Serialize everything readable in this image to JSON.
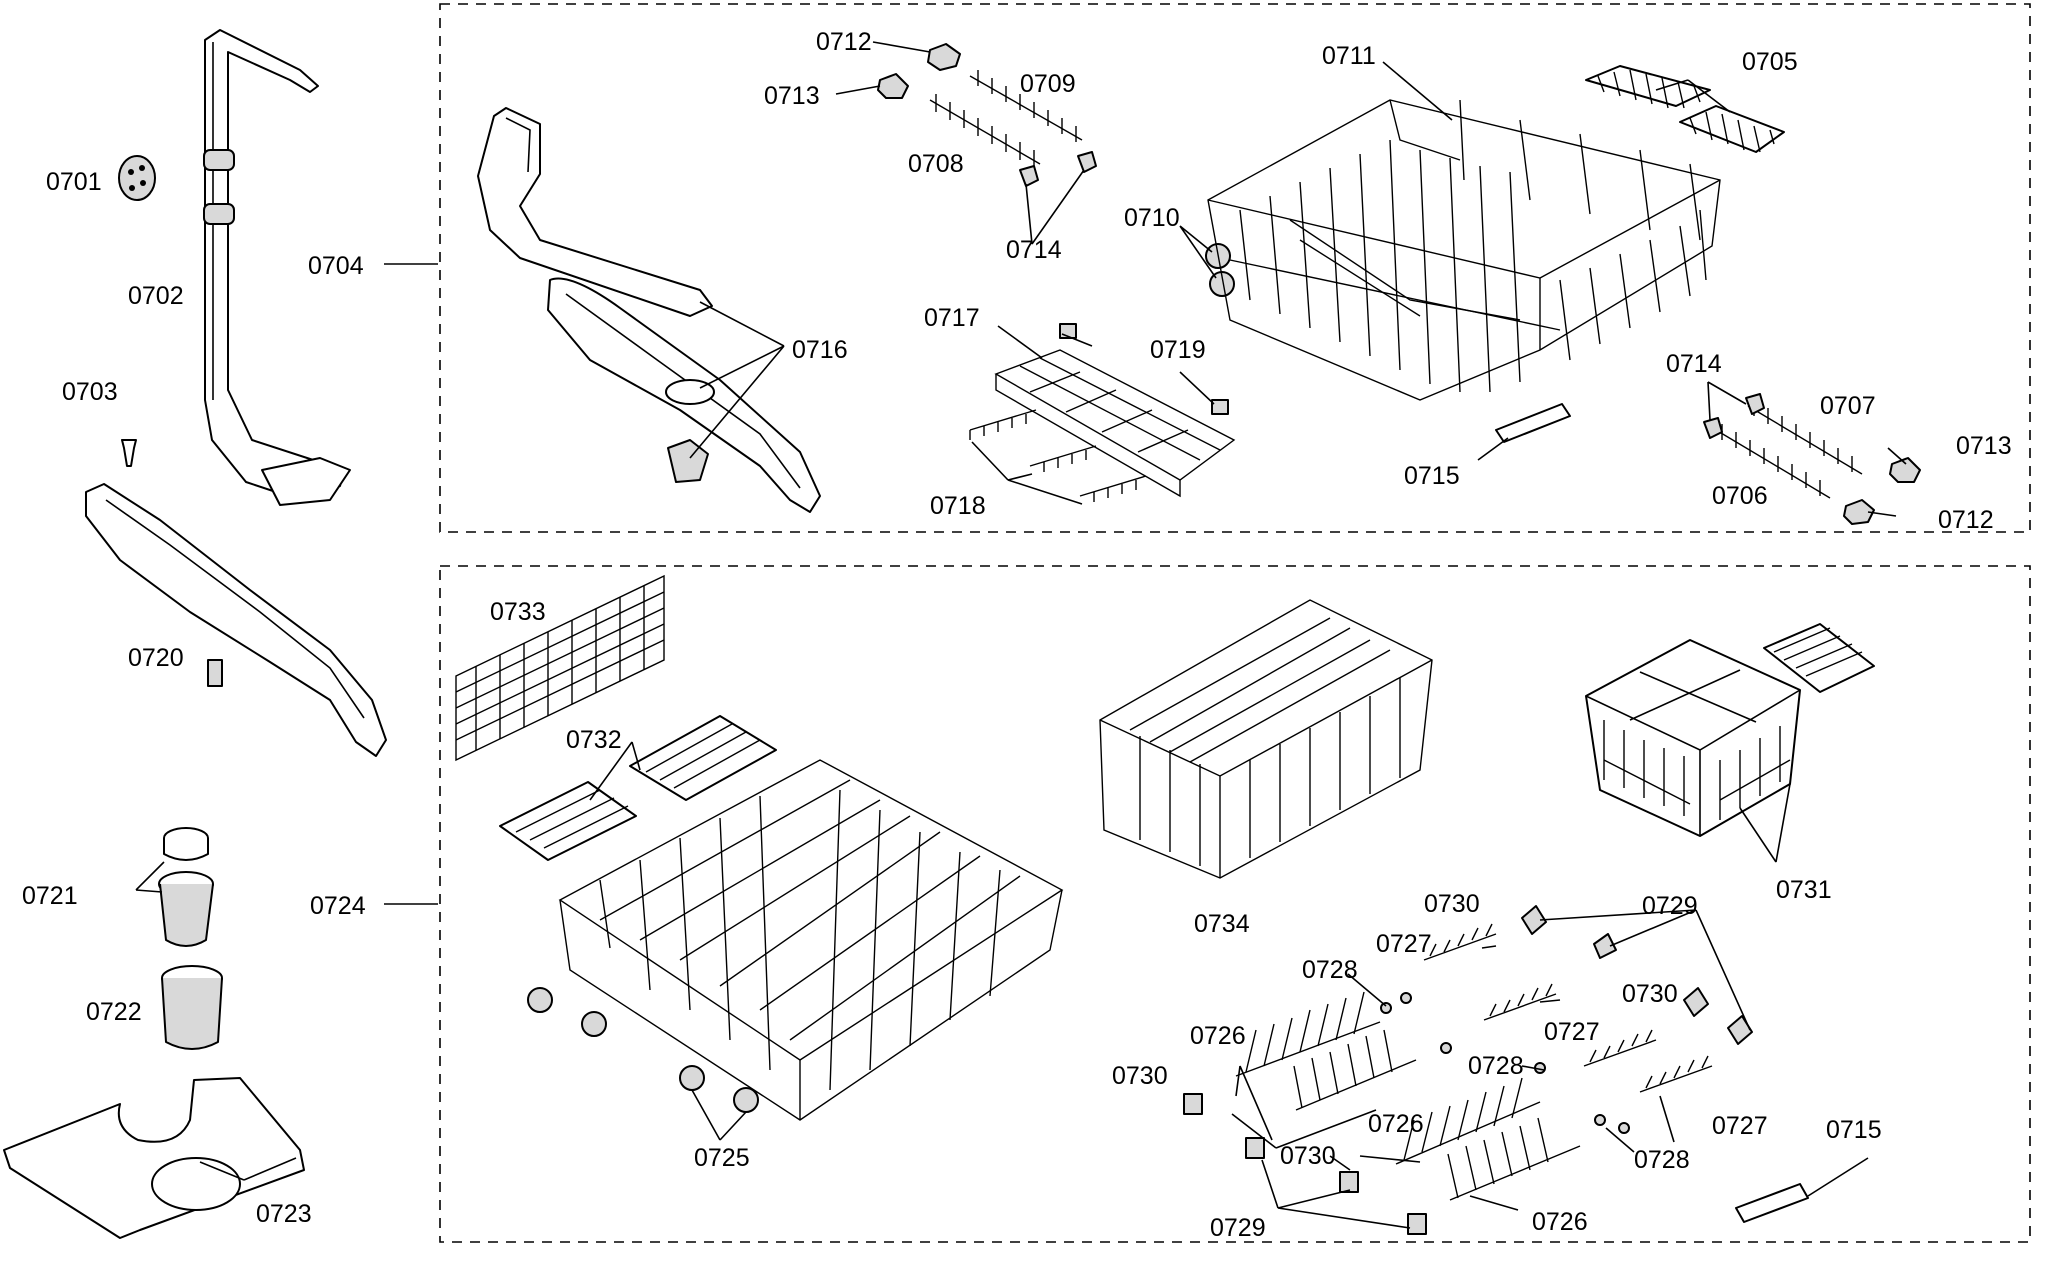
{
  "labels": {
    "p0701": "0701",
    "p0702": "0702",
    "p0703": "0703",
    "p0704": "0704",
    "p0705": "0705",
    "p0706": "0706",
    "p0707": "0707",
    "p0708": "0708",
    "p0709": "0709",
    "p0710": "0710",
    "p0711": "0711",
    "p0712a": "0712",
    "p0712b": "0712",
    "p0713a": "0713",
    "p0713b": "0713",
    "p0714a": "0714",
    "p0714b": "0714",
    "p0715a": "0715",
    "p0715b": "0715",
    "p0716": "0716",
    "p0717": "0717",
    "p0718": "0718",
    "p0719": "0719",
    "p0720": "0720",
    "p0721": "0721",
    "p0722": "0722",
    "p0723": "0723",
    "p0724": "0724",
    "p0725": "0725",
    "p0726a": "0726",
    "p0726b": "0726",
    "p0726c": "0726",
    "p0727a": "0727",
    "p0727b": "0727",
    "p0727c": "0727",
    "p0728a": "0728",
    "p0728b": "0728",
    "p0728c": "0728",
    "p0729a": "0729",
    "p0729b": "0729",
    "p0730a": "0730",
    "p0730b": "0730",
    "p0730c": "0730",
    "p0730d": "0730",
    "p0731": "0731",
    "p0732": "0732",
    "p0733": "0733",
    "p0734": "0734"
  }
}
